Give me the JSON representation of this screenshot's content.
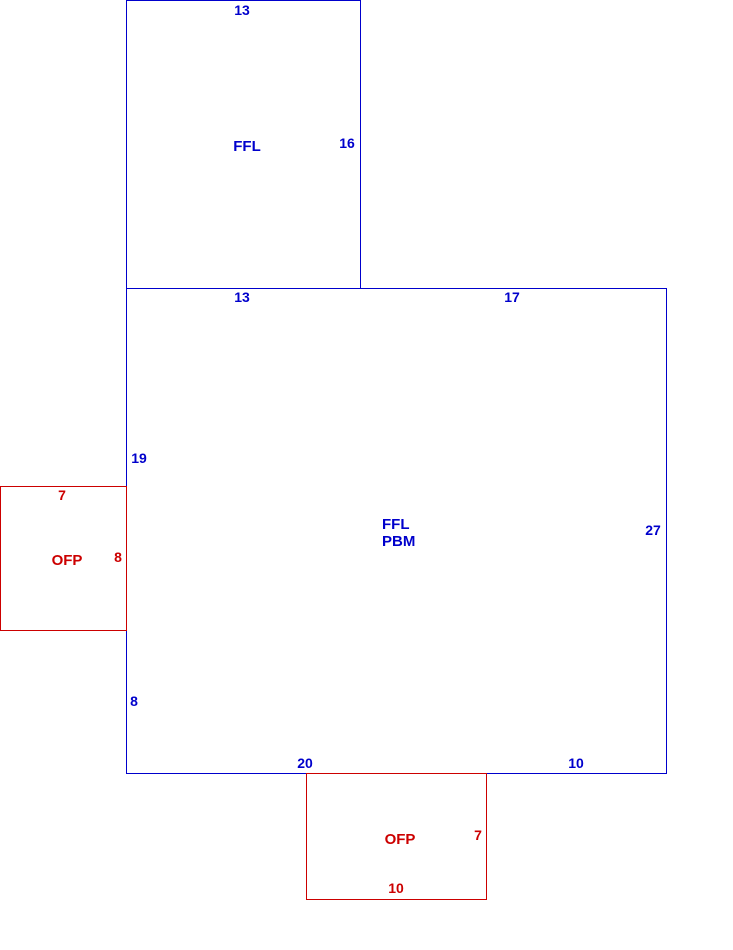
{
  "colors": {
    "main": "#0000cc",
    "porch": "#cc0000",
    "background": "#ffffff"
  },
  "upper_section": {
    "area_code": "FFL",
    "top_dimension": "13",
    "right_dimension": "16"
  },
  "main_section": {
    "area_code_1": "FFL",
    "area_code_2": "PBM",
    "top_left_dimension": "13",
    "top_right_dimension": "17",
    "left_upper_dimension": "19",
    "left_lower_dimension": "8",
    "right_dimension": "27",
    "bottom_left_dimension": "20",
    "bottom_right_dimension": "10"
  },
  "left_porch": {
    "area_code": "OFP",
    "top_dimension": "7",
    "right_dimension": "8"
  },
  "bottom_porch": {
    "area_code": "OFP",
    "right_dimension": "7",
    "bottom_dimension": "10"
  }
}
